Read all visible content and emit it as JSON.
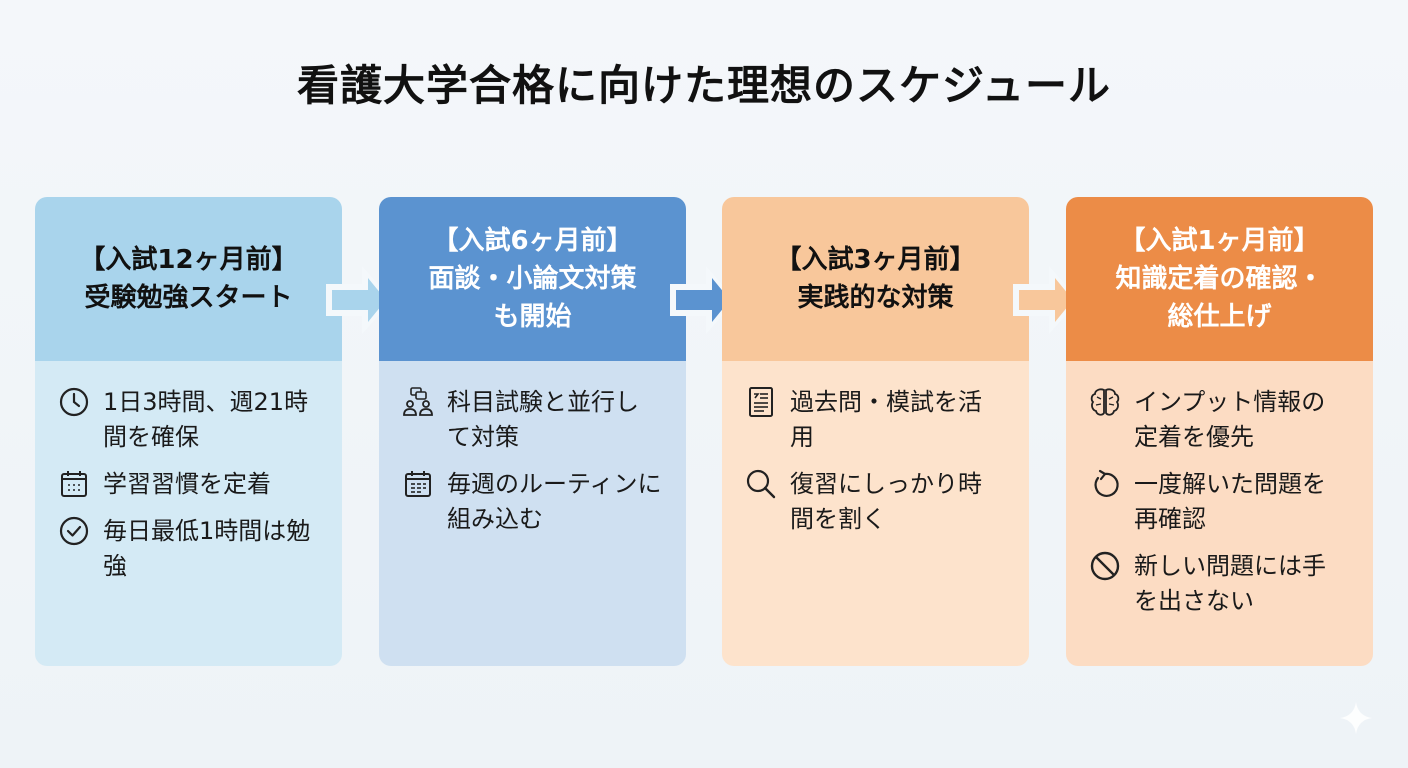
{
  "title": "看護大学合格に向けた理想のスケジュール",
  "colors": {
    "stage1_header": "#a9d4ec",
    "stage2_header": "#5b93d0",
    "stage3_header": "#f8c79b",
    "stage4_header": "#ec8c47"
  },
  "stages": [
    {
      "header_line1": "【入試12ヶ月前】",
      "header_line2": "受験勉強スタート",
      "header_line3": "",
      "items": [
        {
          "icon": "clock-icon",
          "text": "1日3時間、週21時間を確保"
        },
        {
          "icon": "calendar-icon",
          "text": "学習習慣を定着"
        },
        {
          "icon": "check-circle-icon",
          "text": "毎日最低1時間は勉強"
        }
      ]
    },
    {
      "header_line1": "【入試6ヶ月前】",
      "header_line2": "面談・小論文対策",
      "header_line3": "も開始",
      "items": [
        {
          "icon": "people-chat-icon",
          "text": "科目試験と並行して対策"
        },
        {
          "icon": "calendar-icon",
          "text": "毎週のルーティンに組み込む"
        }
      ]
    },
    {
      "header_line1": "【入試3ヶ月前】",
      "header_line2": "実践的な対策",
      "header_line3": "",
      "items": [
        {
          "icon": "document-icon",
          "text": "過去問・模試を活用"
        },
        {
          "icon": "search-icon",
          "text": "復習にしっかり時間を割く"
        }
      ]
    },
    {
      "header_line1": "【入試1ヶ月前】",
      "header_line2": "知識定着の確認・",
      "header_line3": "総仕上げ",
      "items": [
        {
          "icon": "brain-icon",
          "text": "インプット情報の定着を優先"
        },
        {
          "icon": "undo-icon",
          "text": "一度解いた問題を再確認"
        },
        {
          "icon": "prohibit-icon",
          "text": "新しい問題には手を出さない"
        }
      ]
    }
  ]
}
